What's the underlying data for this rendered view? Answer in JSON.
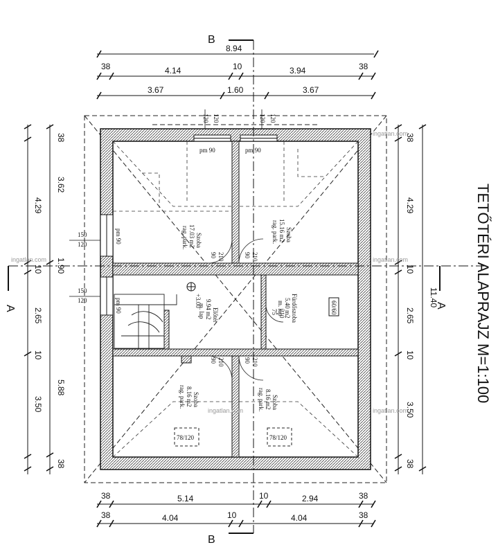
{
  "title": "TETŐTÉRI ALAPRAJZ M=1:100",
  "section_labels": {
    "a": "A",
    "b": "B"
  },
  "watermark": "ingatlan.com",
  "top_dims": {
    "total": "8.94",
    "row2": [
      "38",
      "4.14",
      "10",
      "3.94",
      "38"
    ],
    "row3": [
      "3.67",
      "1.60",
      "3.67"
    ]
  },
  "bottom_dims": {
    "row1": [
      "38",
      "5.14",
      "10",
      "2.94",
      "38"
    ],
    "row2": [
      "38",
      "4.04",
      "10",
      "4.04",
      "38"
    ]
  },
  "left_dims": {
    "outer": [
      "38",
      "3.62",
      "1.90",
      "5.88",
      "38"
    ],
    "inner": [
      "4.29",
      "10",
      "2.65",
      "10",
      "3.50"
    ]
  },
  "right_dims": {
    "inner": [
      "38",
      "4.29",
      "10",
      "2.65",
      "10",
      "3.50",
      "38"
    ],
    "total": "11.40"
  },
  "openings": {
    "top_a": [
      "120",
      "120"
    ],
    "top_b": [
      "120",
      "120"
    ],
    "side_1": [
      "150",
      "120"
    ],
    "side_2": [
      "150",
      "120"
    ]
  },
  "rooms": [
    {
      "name": "Szoba",
      "area": "17.03 m2",
      "floor": "rag. park."
    },
    {
      "name": "Szoba",
      "area": "15.16 m2",
      "floor": "rag. park."
    },
    {
      "name": "Előtér",
      "area": "9.94 m2",
      "floor": "m. lap"
    },
    {
      "name": "Fürdőszoba",
      "area": "5.40 m2",
      "floor": "m. lap"
    },
    {
      "name": "Szoba",
      "area": "8.16 m2",
      "floor": "rag. park."
    },
    {
      "name": "Szoba",
      "area": "8.16 m2",
      "floor": "rag. park."
    }
  ],
  "windows": {
    "pm_top_left": "pm 90",
    "pm_top_right": "pm 90",
    "pm_left_1": "pm 90",
    "pm_left_2": "pm 90"
  },
  "doors": {
    "d1": [
      "90",
      "210"
    ],
    "d2": [
      "90",
      "210"
    ],
    "d3": [
      "75",
      "210"
    ],
    "d4": [
      "90",
      "210"
    ],
    "d5": [
      "90",
      "210"
    ]
  },
  "skylights": [
    "78/120",
    "78/120"
  ],
  "elevation": "+3.00",
  "shaft": "60/60"
}
